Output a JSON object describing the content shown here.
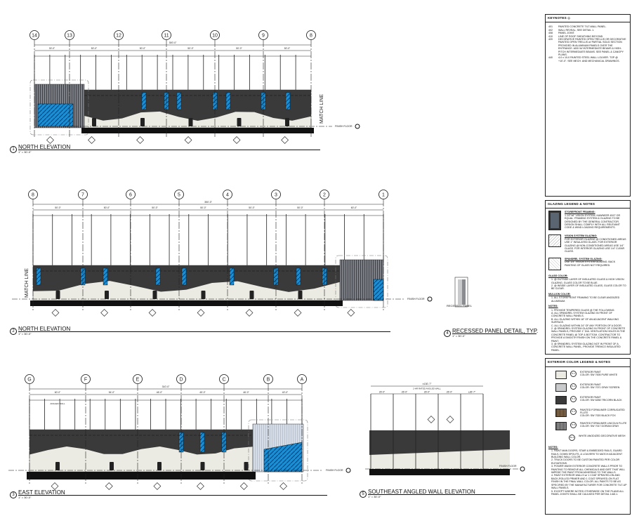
{
  "keynotes": {
    "title": "KEYNOTES",
    "items": [
      {
        "code": "401",
        "text": "PAINTED CONCRETE TILT-WALL PANEL."
      },
      {
        "code": "402",
        "text": "WALL REVEAL, SEE DETAIL 1."
      },
      {
        "code": "408",
        "text": "PANEL JOINT."
      },
      {
        "code": "410",
        "text": "LINE OF ROOF SHEATHING BEYOND."
      },
      {
        "code": "420",
        "text": "DECORATIVE PAINTED OPEN TRELLIS OR DECORATIVE PAINTED OPEN TRELLIS w/ PARTIAL SOLID SECTION PROVIDED IN ALUMINUM PANELS OVER THE ENTRANCE. ADD W/ INTERMEDIATE BEAMS & HIGH-PITCH INTERMEDIATE BEAMS. SEE PANEL & CANOPY PLANS."
      },
      {
        "code": "440",
        "text": "4-0 x 10-0 PAINTED STEEL WALL LOUVER. TOP @ +10'-0\". SEE MECH. AND MECHANICAL DRAWINGS."
      }
    ]
  },
  "glazing": {
    "title": "GLAZING LEGEND & NOTES",
    "legend": [
      {
        "heading": "STOREFRONT FRAMING:",
        "text": "1-1/2\"x6\" VISION SYSTEM, KAWNEER 451T OR EQUAL. FRAMING SYSTEM & GLAZING TO BE DESIGNED BY THE GENERAL CONTRACTOR. DESIGN SHALL COMPLY WITH ALL RELEVANT CODE & WIND LOADING REQUIREMENTS."
      },
      {
        "heading": "VISION SYSTEM GLAZING:",
        "text": "FOR EXTERIOR GLAZING @ CONDITIONED AREAS USE 1\" INSULATED GLASS. FOR EXTERIOR GLAZING @ NON-CONDITIONED AREAS USE 1/4\" GLASS. FOR INTERIOR GLAZING USE 1/4\" CLEAR GLASS."
      },
      {
        "heading": "SPANDREL SYSTEM GLAZING:",
        "text": "USE 1/4\" VISION SYSTEM GLAZING. BACK PAINTING OF GLASS NOT REQUIRED."
      }
    ],
    "glass_color_heading": "GLASS COLOR:",
    "glass_color": [
      "1. @ OUTSIDE LAYER OF INSULATED GLASS & HIGH VISION GLAZING, GLASS COLOR TO BE BLUE.",
      "2. @ INSIDE LAYER OF INSULATED GLASS, GLASS COLOR TO BE CLEAR."
    ],
    "mullion_heading": "MULLION COLOR:",
    "mullion": [
      "1. ALL STOREFRONT FRAMING TO BE CLEAR ANODIZED ALUMINUM."
    ],
    "notes_heading": "NOTES:",
    "notes": [
      "1. PROVIDE TEMPERED GLASS @ THE FOLLOWING:",
      "A. ALL SPANDREL SYSTEM GLAZING IN FRONT OF CONCRETE WALL PANELS.",
      "B. ALL GLAZING WITHIN 18\" OF AN ADJACENT WALKING SURFACE.",
      "C. ALL GLAZING WITHIN 24\" OF ANY PORTION OF A DOOR.",
      "2. @ SPANDREL SYSTEM GLAZING IN FRONT OF CONCRETE WALL PANELS, PROVIDE 1\" DIA. VENTILATION HOLES IN THE CONCRETE PANEL @ TOP & BOTTOM. CONTRACTOR TO PROVIDE A SMOOTH FINISH ON THE CONCRETE PANEL & PAINT.",
      "3. @ SPANDREL SYSTEM GLAZING NOT IN FRONT OF A CONCRETE WALL PANEL, PROVIDE TREMCO INSULATED PANEL."
    ]
  },
  "colors": {
    "title": "EXTERIOR COLOR LEGEND & NOTES",
    "items": [
      {
        "tag": "P-1",
        "swatch": "#ecebe3",
        "heading": "EXTERIOR PAINT",
        "text": "COLOR: SW 7005 PURE WHITE"
      },
      {
        "tag": "P-2",
        "swatch": "#c9cacb",
        "heading": "EXTERIOR PAINT",
        "text": "COLOR: SW 7071 GRAY SCREEN"
      },
      {
        "tag": "P-3",
        "swatch": "#3a3a3a",
        "heading": "EXTERIOR PAINT",
        "text": "COLOR: SW 6258 TRICORN BLACK"
      },
      {
        "tag": "P-4",
        "swatch": "#4a3218",
        "heading": "PAINTED FORMLINER CORRUGATED FLUTE",
        "text": "COLOR: SW 7020 BLACK FOX"
      },
      {
        "tag": "P-5",
        "swatch": "#6b7078",
        "heading": "PAINTED FORMLINER LINCOLN FLUTE",
        "text": "COLOR: SW 7017 DORIAN GRAY"
      },
      {
        "tag": "M-1",
        "swatch": "",
        "heading": "WHITE ANODIZED DECORATIVE MESH",
        "text": ""
      }
    ],
    "notes_heading": "NOTES:",
    "notes": [
      "1. PAINT MAN DOORS, STAIR & EMBEDDED RAILS, GUARD RAILS, DOWN SPOUTS, & LOUVERS TO MATCH ADJACENT BUILDING WALL COLOR.",
      "2. TRUCK DOORS TO BE CUSTOM PAINTED PER COLOR ELEVATIONS.",
      "3. POWER WASH EXTERIOR CONCRETE WALLS PRIOR TO PAINTING TO REMOVE ALL CHEMICALS AND DIRT THAT WILL IMPEDE THE PAINT FROM ADHERING TO THE WALLS.",
      "4. PAINT EXTERIOR WALLS w/ 1 COAT SPRAYED-ON AND BACK-ROLLED PRIMER AND 1 COAT SPRAYED-ON FLAT FINISH IN THE FINAL WALL COLOR. ALL PAINTS TO BE AS SPECIFIED BY THE MANUFACTURER FOR CONCRETE TILT-UP WALL PANELS.",
      "5. EXCEPT WHERE NOTED OTHERWISE ON THE PLANS ALL PANEL JOINTS SHALL BE CAULKED PER DETAIL 1/A5.1."
    ]
  },
  "drawings": [
    {
      "num": "1",
      "title": "NORTH ELEVATION",
      "scale": "1\" = 30'-0\"",
      "grids": [
        "14",
        "13",
        "12",
        "11",
        "10",
        "9",
        "8"
      ],
      "overall": "300'-0\"",
      "spans": [
        "30'-0\"",
        "50'-0\"",
        "50'-0\"",
        "50'-0\"",
        "50'-0\"",
        "50'-0\""
      ],
      "side_label": "MATCH LINE",
      "ref": "FINISH FLOOR"
    },
    {
      "num": "2",
      "title": "NORTH ELEVATION",
      "scale": "1\" = 30'-0\"",
      "grids": [
        "8",
        "7",
        "6",
        "5",
        "4",
        "3",
        "2",
        "1"
      ],
      "overall": "350'-0\"",
      "spans": [
        "50'-0\"",
        "50'-0\"",
        "50'-0\"",
        "50'-0\"",
        "50'-0\"",
        "50'-0\"",
        "60'-0\""
      ],
      "side_label": "MATCH LINE",
      "ref": "FINISH FLOOR"
    },
    {
      "num": "3",
      "title": "EAST ELEVATION",
      "scale": "1\" = 30'-0\"",
      "grids": [
        "G",
        "F",
        "E",
        "D",
        "C",
        "B",
        "A"
      ],
      "overall": "310'-0\"",
      "spans": [
        "60'-0\"",
        "54'-0\"",
        "46'-0\"",
        "45'-0\"",
        "46'-0\"",
        "40'-0\""
      ],
      "side_label": "ANGLED WALL",
      "ref": "FINISH FLOOR"
    },
    {
      "num": "4",
      "title": "RECESSED PANEL DETAIL, TYP.",
      "scale": "1\" = 30'-0\"",
      "label": "RECESSED PANEL"
    },
    {
      "num": "5",
      "title": "SOUTHEAST ANGLED WALL ELEVATION",
      "scale": "1\" = 30'-0\"",
      "overall": "±130'-7\"",
      "sublabel": "2-HR RATED ANGLED WALL",
      "spans": [
        "26'-0\"",
        "26'-0\"",
        "26'-0\"",
        "26'-0\"",
        "±26'-7\""
      ],
      "ref": "FINISH FLOOR"
    }
  ]
}
